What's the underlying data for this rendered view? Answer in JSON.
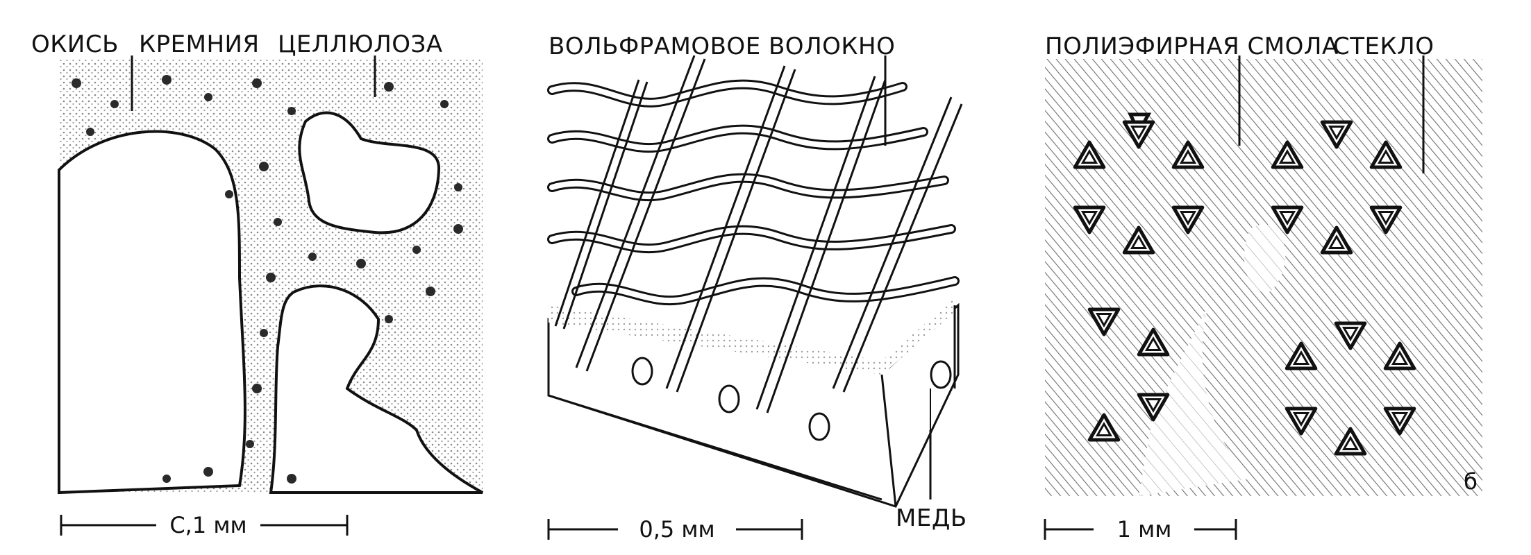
{
  "panels": [
    {
      "labels": [
        "ОКИСЬ",
        "КРЕМНИЯ",
        "ЦЕЛЛЮЛОЗА"
      ],
      "scale": "С,1 мм"
    },
    {
      "labels": [
        "ВОЛЬФРАМОВОЕ ВОЛОКНО",
        "МЕДЬ"
      ],
      "scale": "0,5 мм"
    },
    {
      "labels": [
        "ПОЛИЭФИРНАЯ СМОЛА",
        "СТЕКЛО"
      ],
      "scale": "1 мм",
      "corner_mark": "б"
    }
  ],
  "colors": {
    "ink": "#111111",
    "shade": "#9a9a9a",
    "paper": "#ffffff"
  }
}
